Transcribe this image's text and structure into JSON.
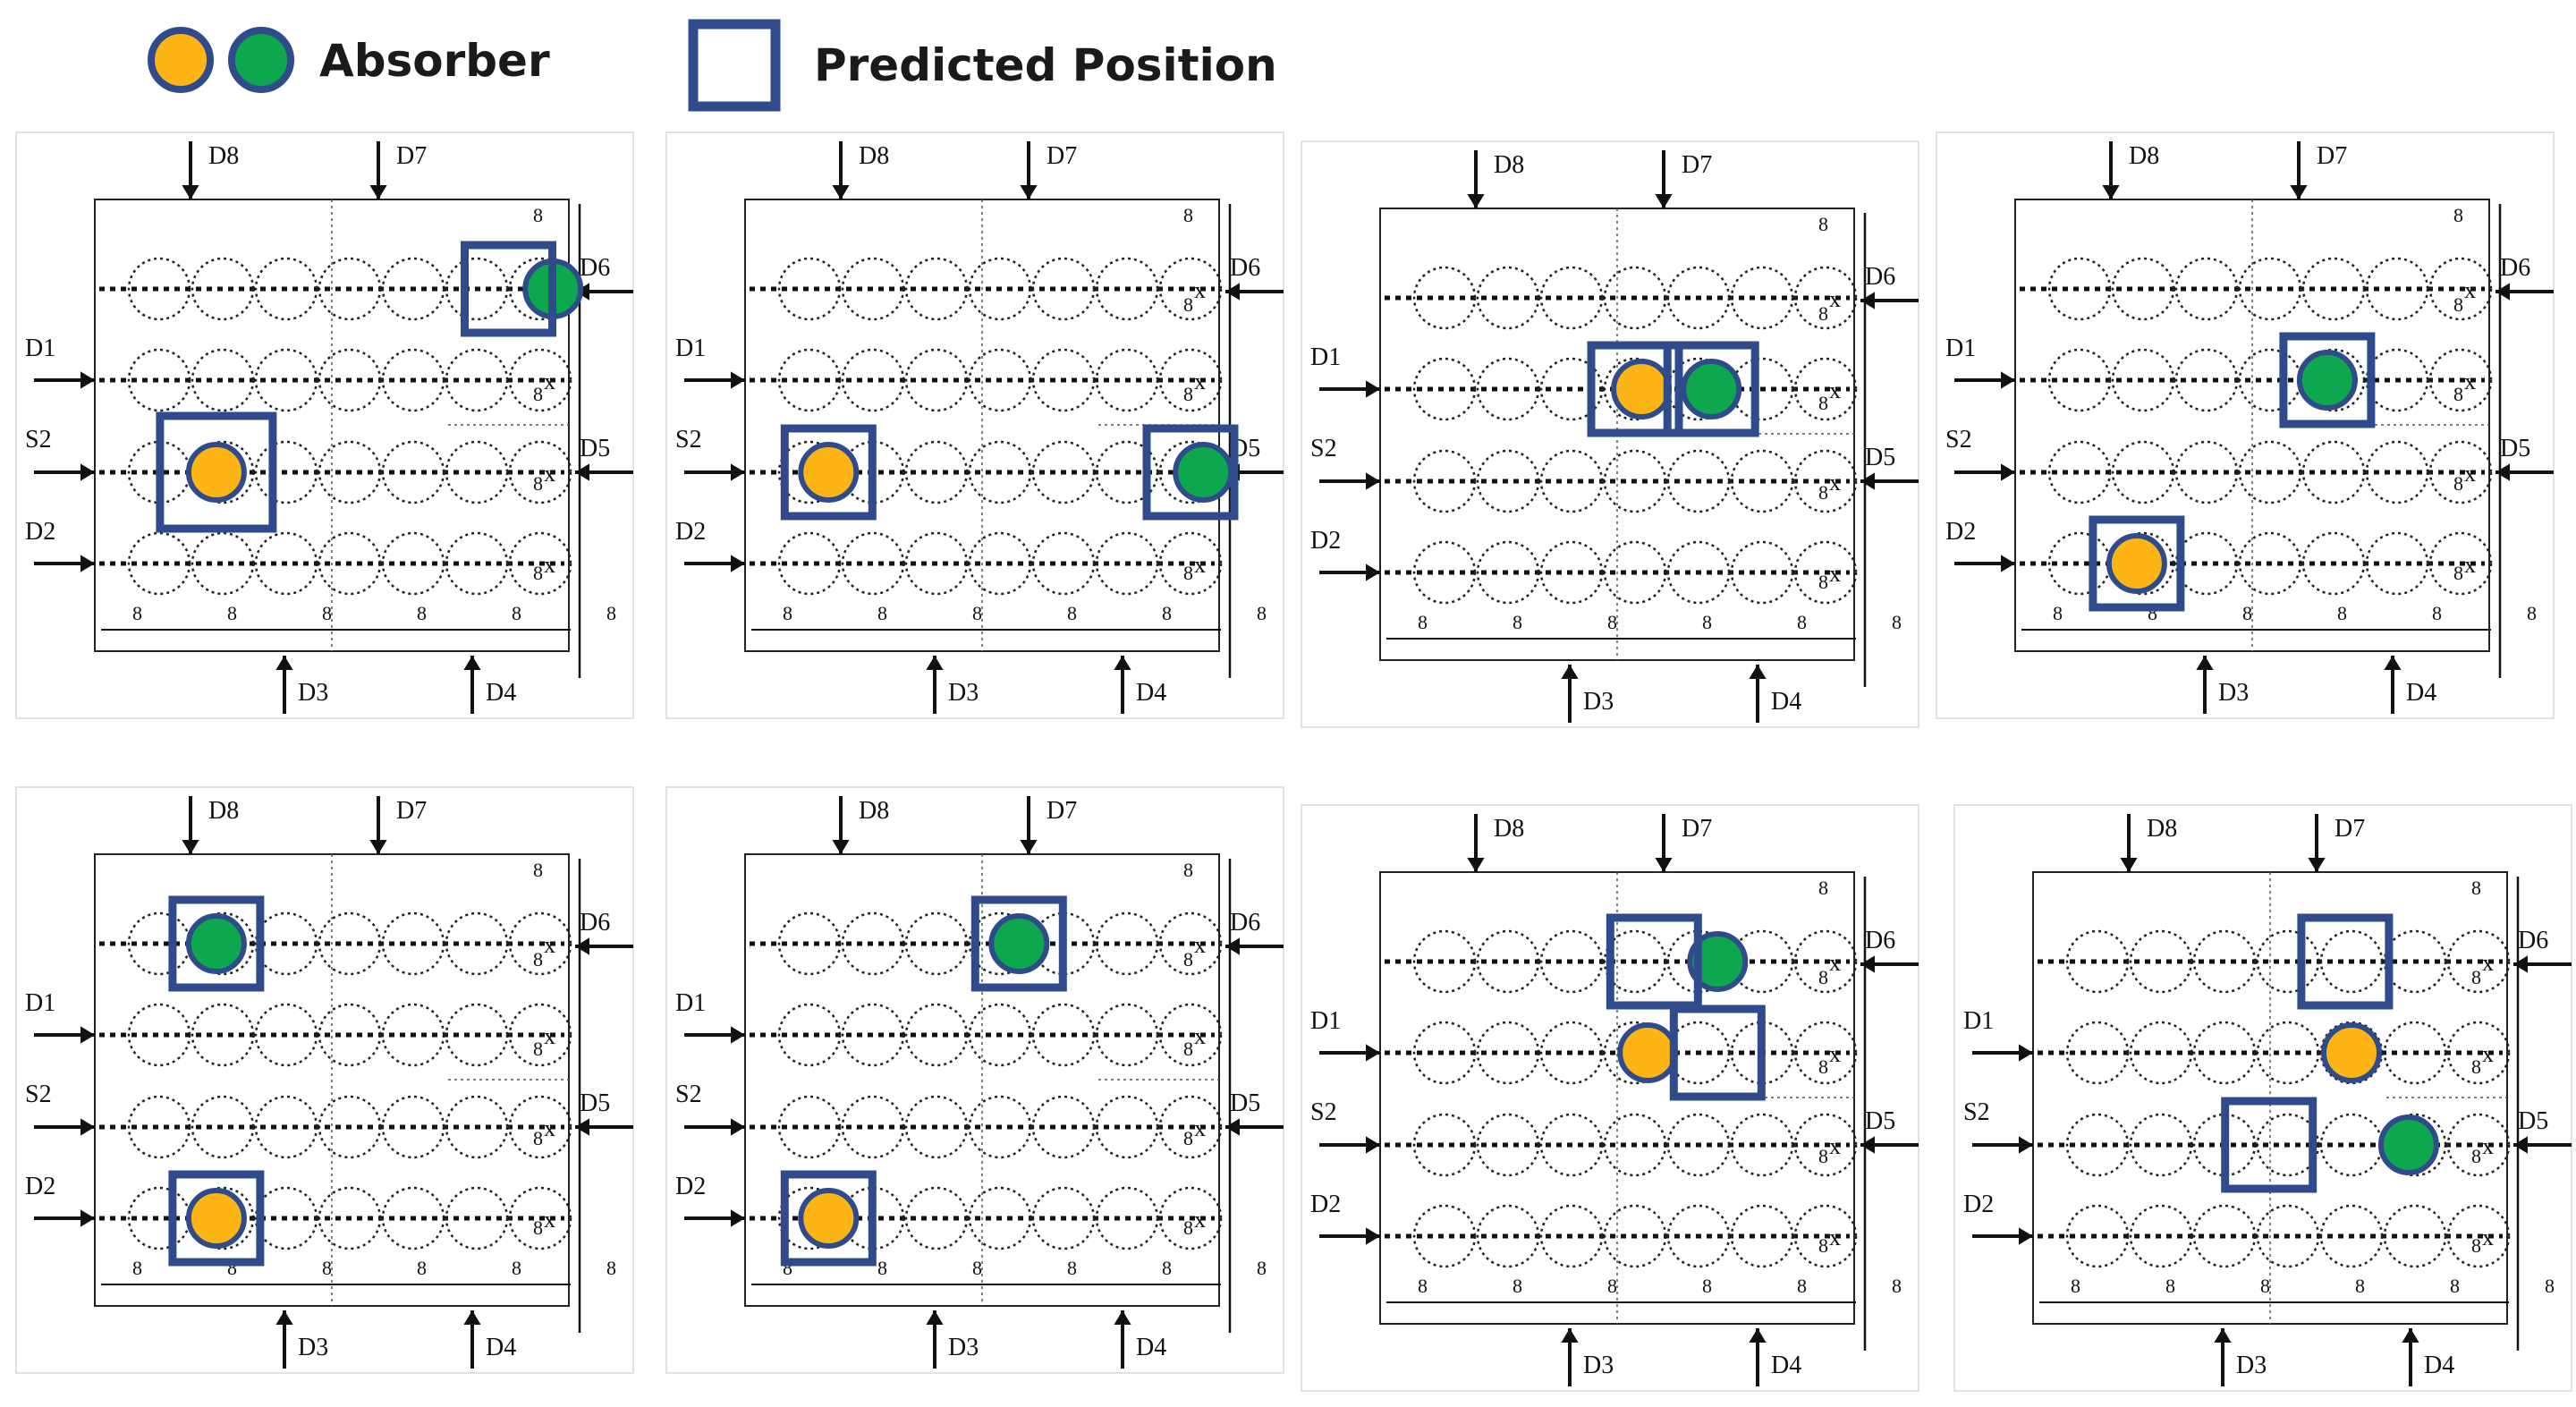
{
  "legend": {
    "absorber_label": "Absorber",
    "predicted_label": "Predicted Position",
    "absorber_colors": [
      "#FDB515",
      "#0DA84D"
    ],
    "box_color": "#2F4B8C"
  },
  "labels": {
    "D8": "D8",
    "D7": "D7",
    "D6": "D6",
    "D5": "D5",
    "D1": "D1",
    "S2": "S2",
    "D2": "D2",
    "D3": "D3",
    "D4": "D4",
    "dim": "8"
  },
  "grid": {
    "rows": 4,
    "cols": 7
  },
  "panels": [
    {
      "absorbers": [
        {
          "color": "green",
          "row": 0,
          "col": 6.2
        },
        {
          "color": "yellow",
          "row": 2,
          "col": 0.9
        }
      ],
      "predicted": [
        {
          "row": 0,
          "col": 5.5,
          "size": 1.4
        },
        {
          "row": 2,
          "col": 0.9,
          "size": 1.8
        }
      ]
    },
    {
      "absorbers": [
        {
          "color": "yellow",
          "row": 2,
          "col": 0.3
        },
        {
          "color": "green",
          "row": 2,
          "col": 6.2
        }
      ],
      "predicted": [
        {
          "row": 2,
          "col": 0.3,
          "size": 1.4
        },
        {
          "row": 2,
          "col": 6.0,
          "size": 1.4
        }
      ]
    },
    {
      "absorbers": [
        {
          "color": "yellow",
          "row": 1,
          "col": 3.1
        },
        {
          "color": "green",
          "row": 1,
          "col": 4.2
        }
      ],
      "predicted": [
        {
          "row": 1,
          "col": 3.0,
          "size": 1.4
        },
        {
          "row": 1,
          "col": 4.2,
          "size": 1.4
        }
      ]
    },
    {
      "absorbers": [
        {
          "color": "green",
          "row": 1,
          "col": 3.9
        },
        {
          "color": "yellow",
          "row": 3,
          "col": 0.9
        }
      ],
      "predicted": [
        {
          "row": 1,
          "col": 3.9,
          "size": 1.4
        },
        {
          "row": 3,
          "col": 0.9,
          "size": 1.4
        }
      ]
    },
    {
      "absorbers": [
        {
          "color": "green",
          "row": 0,
          "col": 0.9
        },
        {
          "color": "yellow",
          "row": 3,
          "col": 0.9
        }
      ],
      "predicted": [
        {
          "row": 0,
          "col": 0.9,
          "size": 1.4
        },
        {
          "row": 3,
          "col": 0.9,
          "size": 1.4
        }
      ]
    },
    {
      "absorbers": [
        {
          "color": "green",
          "row": 0,
          "col": 3.3
        },
        {
          "color": "yellow",
          "row": 3,
          "col": 0.3
        }
      ],
      "predicted": [
        {
          "row": 0,
          "col": 3.3,
          "size": 1.4
        },
        {
          "row": 3,
          "col": 0.3,
          "size": 1.4
        }
      ]
    },
    {
      "absorbers": [
        {
          "color": "green",
          "row": 0,
          "col": 4.3
        },
        {
          "color": "yellow",
          "row": 1,
          "col": 3.2
        }
      ],
      "predicted": [
        {
          "row": 0,
          "col": 3.3,
          "size": 1.4
        },
        {
          "row": 1,
          "col": 4.3,
          "size": 1.4
        }
      ]
    },
    {
      "absorbers": [
        {
          "color": "yellow",
          "row": 1,
          "col": 4.0
        },
        {
          "color": "green",
          "row": 2,
          "col": 4.9
        }
      ],
      "predicted": [
        {
          "row": 0,
          "col": 3.9,
          "size": 1.4
        },
        {
          "row": 2,
          "col": 2.7,
          "size": 1.4
        }
      ]
    }
  ]
}
